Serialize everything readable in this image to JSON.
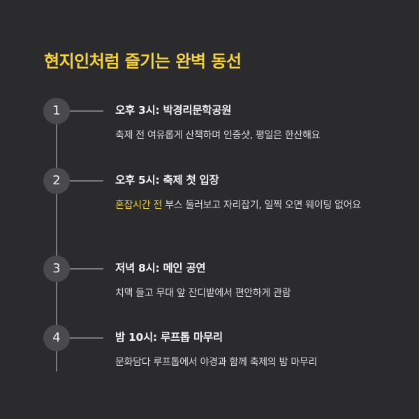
{
  "title": "현지인처럼 즐기는 완벽 동선",
  "colors": {
    "background": "#2b2b2d",
    "accent": "#f5d237",
    "circle": "#4a4a4d",
    "line": "#7a7a7c"
  },
  "steps": [
    {
      "number": "1",
      "heading": "오후 3시: 박경리문학공원",
      "desc_highlight": "",
      "desc": "축제 전 여유롭게 산책하며 인증샷, 평일은 한산해요"
    },
    {
      "number": "2",
      "heading": "오후 5시: 축제 첫 입장",
      "desc_highlight": "혼잡시간 전",
      "desc": " 부스 둘러보고 자리잡기, 일찍 오면 웨이팅 없어요"
    },
    {
      "number": "3",
      "heading": "저녁 8시: 메인 공연",
      "desc_highlight": "",
      "desc": "치맥 들고 무대 앞 잔디밭에서 편안하게 관람"
    },
    {
      "number": "4",
      "heading": "밤 10시: 루프톱 마무리",
      "desc_highlight": "",
      "desc": "문화담다 루프톱에서 야경과 함께 축제의 밤 마무리"
    }
  ]
}
